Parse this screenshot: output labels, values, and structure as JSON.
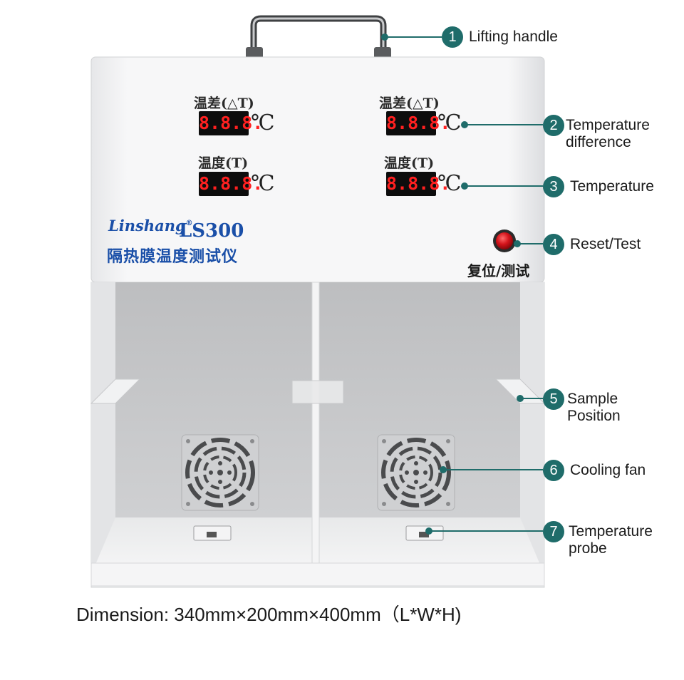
{
  "device": {
    "left_panel": {
      "diff_label": "温差(△T)",
      "diff_display": "8.8.8.",
      "temp_label": "温度(T)",
      "temp_display": "8.8.8.",
      "unit": "℃"
    },
    "right_panel": {
      "diff_label": "温差(△T)",
      "diff_display": "8.8.8.",
      "temp_label": "温度(T)",
      "temp_display": "8.8.8.",
      "unit": "℃"
    },
    "brand": "Linshang",
    "brand_mark": "®",
    "model": "LS300",
    "subtitle": "隔热膜温度测试仪",
    "button_label": "复位/测试"
  },
  "callouts": [
    {
      "number": "1",
      "label": "Lifting handle"
    },
    {
      "number": "2",
      "label": "Temperature\ndifference"
    },
    {
      "number": "3",
      "label": "Temperature"
    },
    {
      "number": "4",
      "label": "Reset/Test"
    },
    {
      "number": "5",
      "label": "Sample\nPosition"
    },
    {
      "number": "6",
      "label": "Cooling fan"
    },
    {
      "number": "7",
      "label": "Temperature\nprobe"
    }
  ],
  "dimension": "Dimension: 340mm×200mm×400mm（L*W*H)",
  "colors": {
    "badge": "#1f6c6a",
    "brand_blue": "#1a4fa8",
    "led_red": "#ff2020",
    "button_red": "#d4141b"
  }
}
